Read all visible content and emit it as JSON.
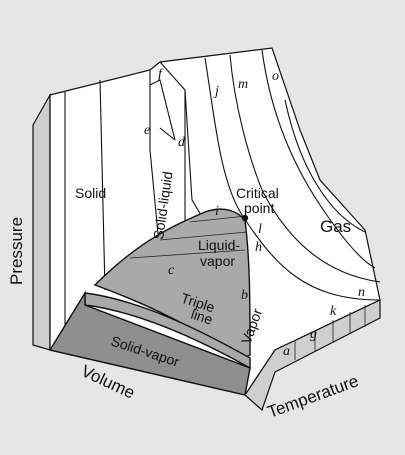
{
  "axes": {
    "pressure": "Pressure",
    "volume": "Volume",
    "temperature": "Temperature"
  },
  "regions": {
    "solid": "Solid",
    "solid_liquid": "Solid-liquid",
    "liquid_vapor": [
      "Liquid-",
      "vapor"
    ],
    "triple_line": [
      "Triple",
      "line"
    ],
    "vapor": "Vapor",
    "gas": "Gas",
    "solid_vapor": "Solid-vapor"
  },
  "critical_point": [
    "Critical",
    "point"
  ],
  "state_points": [
    "a",
    "b",
    "c",
    "d",
    "e",
    "f",
    "g",
    "h",
    "i",
    "j",
    "k",
    "l",
    "m",
    "n",
    "o"
  ],
  "colors": {
    "background": "#e6e6e6",
    "surface": "#ffffff",
    "shaded_region": "#a9a9a9",
    "solid_vapor_region": "#8f8f8f",
    "side_face": "#cfcfcf"
  }
}
